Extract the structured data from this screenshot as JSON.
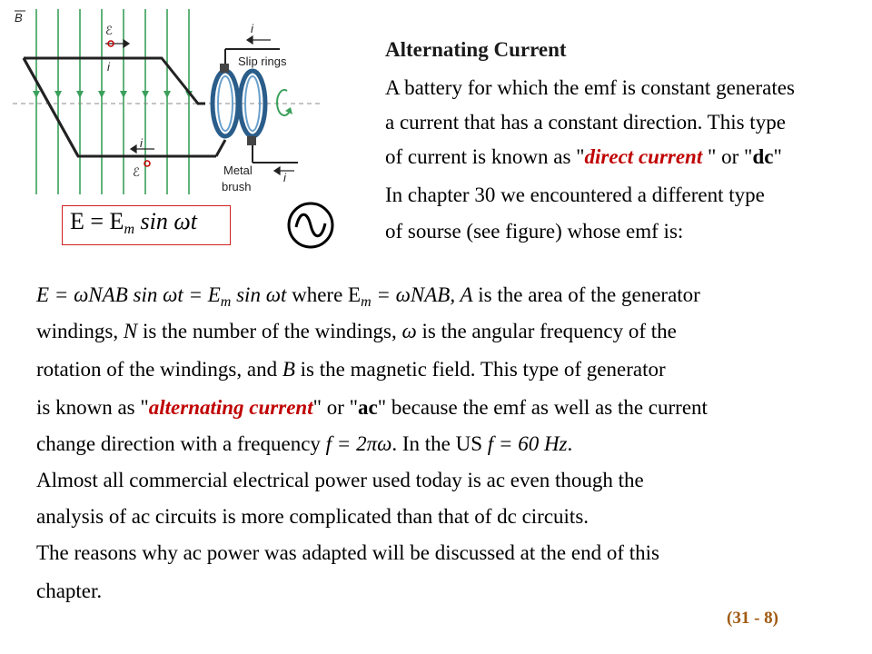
{
  "title": "Alternating Current",
  "intro": [
    "A battery for which the emf is constant generates",
    "a current that has a constant direction.  This type",
    {
      "pre": "of current is known as \"",
      "emph": "direct current ",
      "mid": "\" or \"",
      "strong": "dc",
      "post": "\""
    },
    "In chapter 30 we encountered a different type",
    "of sourse (see figure) whose emf is:"
  ],
  "figure": {
    "label_B": "B",
    "label_emf": "ℰ",
    "label_i": "i",
    "label_slip_rings": "Slip rings",
    "label_metal": "Metal",
    "label_brush": "brush"
  },
  "boxed_equation": {
    "E": "E",
    "eq": " = E",
    "sub": "m",
    "rest": " sin ωt"
  },
  "body": {
    "line1": {
      "eq": "E = ωNAB sin ωt = E",
      "sub": "m",
      "eq_end": " sin ωt",
      "where": "  where E",
      "sub2": "m",
      "eq2": " = ωNAB, ",
      "A": "A",
      "text": " is the area of the generator"
    },
    "line2": {
      "pre": "windings,  ",
      "N": "N",
      "mid": " is the number of the windings,  ",
      "omega": "ω",
      "post": " is the angular frequency of the"
    },
    "line3": {
      "pre": "rotation of the windings, and ",
      "B": "B",
      "post": " is the magnetic field.   This type of generator"
    },
    "line4": {
      "pre": "is known as \"",
      "emph": "alternating current",
      "mid": "\" or \"",
      "strong": "ac",
      "post": "\"  because the emf as well as the current"
    },
    "line5": {
      "pre": "change direction  with a frequency ",
      "f1": "f = 2πω",
      "mid": ".  In the US  ",
      "f2": "f = 60 Hz",
      "post": "."
    },
    "line6": "Almost all commercial electrical power used today is ac even though the",
    "line7": "analysis of ac circuits is more complicated than that of dc circuits.",
    "line8": "The reasons why ac power was adapted will be discussed at the end of this",
    "line9": "chapter."
  },
  "page_number": "(31 - 8)",
  "colors": {
    "accent_red": "#c00000",
    "field_green": "#3aa05a",
    "page_number": "#a05a10"
  }
}
